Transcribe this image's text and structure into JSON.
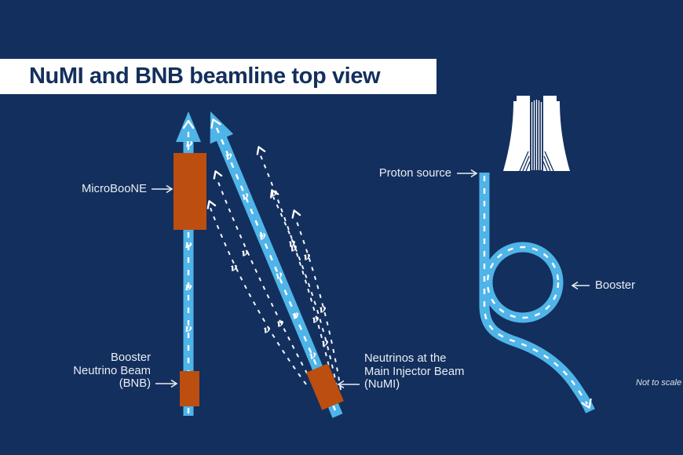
{
  "title": "NuMI and BNB beamline top view",
  "labels": {
    "microboone": "MicroBooNE",
    "bnb": "Booster\nNeutrino Beam\n(BNB)",
    "numi": "Neutrinos at the\nMain Injector Beam\n(NuMI)",
    "proton_source": "Proton source",
    "booster": "Booster",
    "not_to_scale": "Not to scale"
  },
  "symbols": {
    "nu": "ν"
  },
  "colors": {
    "background_navy": "#132f5d",
    "beam_blue": "#4fb4e8",
    "detector_orange": "#bc4e0f",
    "banner_white": "#ffffff",
    "label_text": "#e9edf3"
  }
}
